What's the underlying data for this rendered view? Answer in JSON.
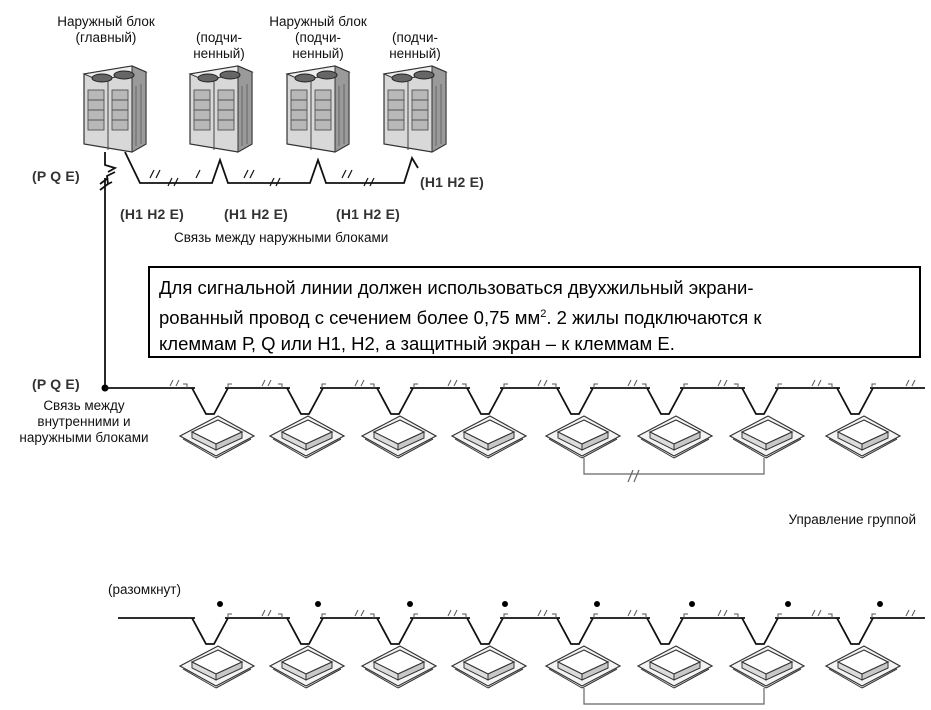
{
  "outdoor_units": {
    "main_label": [
      "Наружный блок",
      "(главный)"
    ],
    "slave1_label": [
      "(подчи-",
      "ненный)"
    ],
    "slave2_label": [
      "Наружный блок",
      "(подчи-",
      "ненный)"
    ],
    "slave3_label": [
      "(подчи-",
      "ненный)"
    ]
  },
  "terminals": {
    "pqe_top": "(P Q E)",
    "h1h2e_end": "(H1 H2 E)",
    "h1h2e_a": "(H1 H2 E)",
    "h1h2e_b": "(H1 H2 E)",
    "h1h2e_c": "(H1 H2 E)",
    "pqe_indoor": "(P Q E)"
  },
  "outdoor_link_label": "Связь между наружными блоками",
  "indoor_link_label": [
    "Связь между",
    "внутренними и",
    "наружными блоками"
  ],
  "note": {
    "line1": "Для сигнальной линии должен использоваться двухжильный экрани-",
    "line2_before": "рованный провод с сечением более 0,75 мм",
    "line2_sup": "2",
    "line2_after": ". 2 жилы подключаются к",
    "line3": "клеммам Р, Q или Н1, Н2, а защитный экран – к клеммам Е."
  },
  "group_control_label": "Управление группой",
  "open_label": "(разомкнут)",
  "indoor_units_row1": 8,
  "indoor_units_row2": 8
}
